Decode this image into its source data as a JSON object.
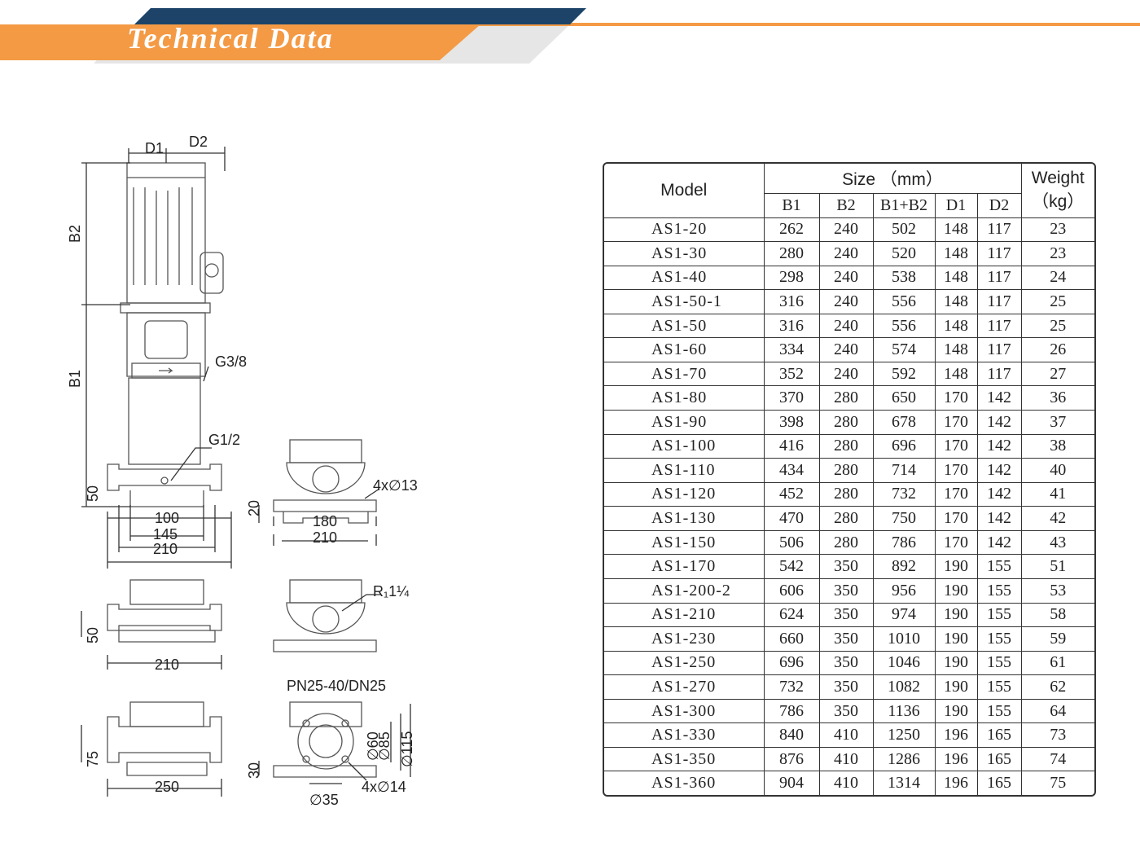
{
  "header": {
    "title": "Technical Data"
  },
  "drawing": {
    "dim_d1": "D1",
    "dim_d2": "D2",
    "dim_b1": "B1",
    "dim_b2": "B2",
    "label_g38": "G3/8",
    "label_g12": "G1/2",
    "dim_50a": "50",
    "dim_100": "100",
    "dim_145": "145",
    "dim_210a": "210",
    "dim_20": "20",
    "dim_4x13": "4x∅13",
    "dim_180": "180",
    "dim_210b": "210",
    "label_r": "R₁1¼",
    "dim_50b": "50",
    "dim_210c": "210",
    "label_pn": "PN25-40/DN25",
    "dim_75": "75",
    "dim_250": "250",
    "dim_30": "30",
    "dim_60": "∅60",
    "dim_85": "∅85",
    "dim_115": "∅115",
    "dim_4x14": "4x∅14",
    "dim_35": "∅35"
  },
  "table": {
    "col_model": "Model",
    "col_size": "Size （mm）",
    "col_weight_line1": "Weight",
    "col_weight_line2": "（kg）",
    "subcols": [
      "B1",
      "B2",
      "B1+B2",
      "D1",
      "D2"
    ],
    "rows": [
      [
        "AS1-20",
        "262",
        "240",
        "502",
        "148",
        "117",
        "23"
      ],
      [
        "AS1-30",
        "280",
        "240",
        "520",
        "148",
        "117",
        "23"
      ],
      [
        "AS1-40",
        "298",
        "240",
        "538",
        "148",
        "117",
        "24"
      ],
      [
        "AS1-50-1",
        "316",
        "240",
        "556",
        "148",
        "117",
        "25"
      ],
      [
        "AS1-50",
        "316",
        "240",
        "556",
        "148",
        "117",
        "25"
      ],
      [
        "AS1-60",
        "334",
        "240",
        "574",
        "148",
        "117",
        "26"
      ],
      [
        "AS1-70",
        "352",
        "240",
        "592",
        "148",
        "117",
        "27"
      ],
      [
        "AS1-80",
        "370",
        "280",
        "650",
        "170",
        "142",
        "36"
      ],
      [
        "AS1-90",
        "398",
        "280",
        "678",
        "170",
        "142",
        "37"
      ],
      [
        "AS1-100",
        "416",
        "280",
        "696",
        "170",
        "142",
        "38"
      ],
      [
        "AS1-110",
        "434",
        "280",
        "714",
        "170",
        "142",
        "40"
      ],
      [
        "AS1-120",
        "452",
        "280",
        "732",
        "170",
        "142",
        "41"
      ],
      [
        "AS1-130",
        "470",
        "280",
        "750",
        "170",
        "142",
        "42"
      ],
      [
        "AS1-150",
        "506",
        "280",
        "786",
        "170",
        "142",
        "43"
      ],
      [
        "AS1-170",
        "542",
        "350",
        "892",
        "190",
        "155",
        "51"
      ],
      [
        "AS1-200-2",
        "606",
        "350",
        "956",
        "190",
        "155",
        "53"
      ],
      [
        "AS1-210",
        "624",
        "350",
        "974",
        "190",
        "155",
        "58"
      ],
      [
        "AS1-230",
        "660",
        "350",
        "1010",
        "190",
        "155",
        "59"
      ],
      [
        "AS1-250",
        "696",
        "350",
        "1046",
        "190",
        "155",
        "61"
      ],
      [
        "AS1-270",
        "732",
        "350",
        "1082",
        "190",
        "155",
        "62"
      ],
      [
        "AS1-300",
        "786",
        "350",
        "1136",
        "190",
        "155",
        "64"
      ],
      [
        "AS1-330",
        "840",
        "410",
        "1250",
        "196",
        "165",
        "73"
      ],
      [
        "AS1-350",
        "876",
        "410",
        "1286",
        "196",
        "165",
        "74"
      ],
      [
        "AS1-360",
        "904",
        "410",
        "1314",
        "196",
        "165",
        "75"
      ]
    ]
  },
  "colors": {
    "orange": "#f49a45",
    "navy": "#1d4468",
    "grey": "#e3e3e3"
  }
}
